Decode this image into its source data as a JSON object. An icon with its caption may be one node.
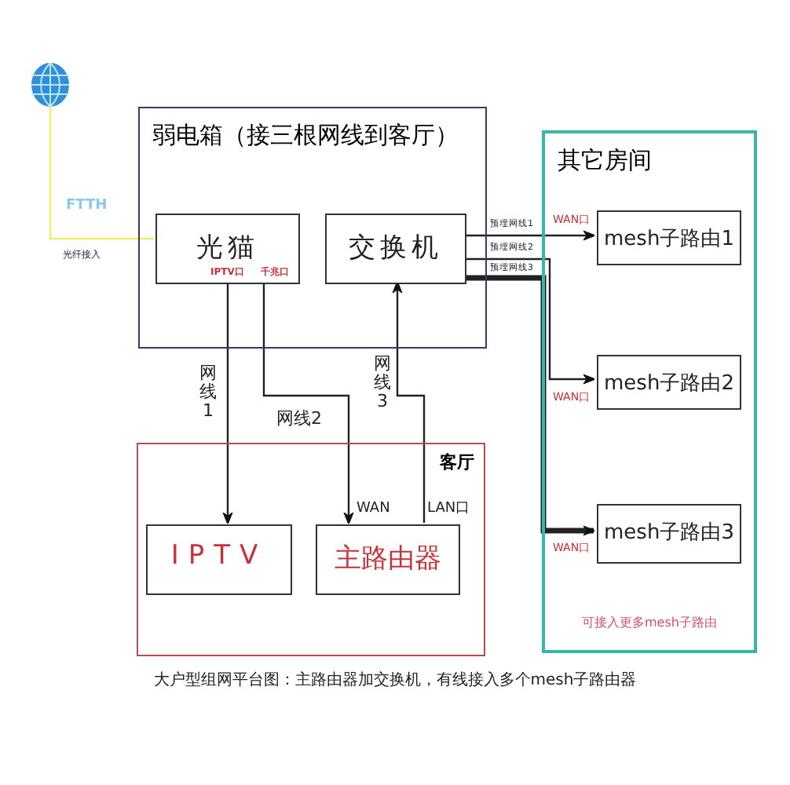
{
  "diagram": {
    "caption": "大户型组网平台图：主路由器加交换机，有线接入多个mesh子路由器",
    "nodes": [
      {
        "text": [],
        "shape": "circle"
      },
      {
        "text": [
          "弱电箱（接三根网线到客厅）"
        ]
      },
      {
        "text": [
          "光猫",
          "IPTV口",
          "千兆口"
        ],
        "in": 1
      },
      {
        "text": [
          "交换机"
        ],
        "in": 1
      },
      {
        "text": [
          "客厅"
        ]
      },
      {
        "text": [
          "IPTV"
        ],
        "in": 4
      },
      {
        "text": [
          "主路由器"
        ],
        "in": 4
      },
      {
        "text": [
          "其它房间",
          "可接入更多mesh子路由"
        ]
      },
      {
        "text": [
          "mesh子路由1"
        ],
        "in": 7
      },
      {
        "text": [
          "mesh子路由2"
        ],
        "in": 7
      },
      {
        "text": [
          "mesh子路由3"
        ],
        "in": 7
      }
    ],
    "edges": [
      {
        "from": 0,
        "to": 2,
        "arrow": "none",
        "label": "FTTH",
        "color": "#f2ec6b"
      },
      {
        "from": 2,
        "to": 5,
        "arrow": "to",
        "label": "网线1"
      },
      {
        "from": 2,
        "to": 6,
        "arrow": "to",
        "label": "网线2"
      },
      {
        "from": 6,
        "to": 3,
        "arrow": "to",
        "label": "网线3"
      },
      {
        "from": 3,
        "to": 8,
        "arrow": "to",
        "label": "预埋网线1"
      },
      {
        "from": 3,
        "to": 9,
        "arrow": "to",
        "label": "预埋网线2"
      },
      {
        "from": 3,
        "to": 10,
        "arrow": "to",
        "label": "预埋网线3",
        "style": "thick"
      }
    ],
    "labels": [
      "光纤接入",
      "WAN口",
      "WAN口",
      "WAN",
      "LAN口",
      "WAN口"
    ]
  }
}
